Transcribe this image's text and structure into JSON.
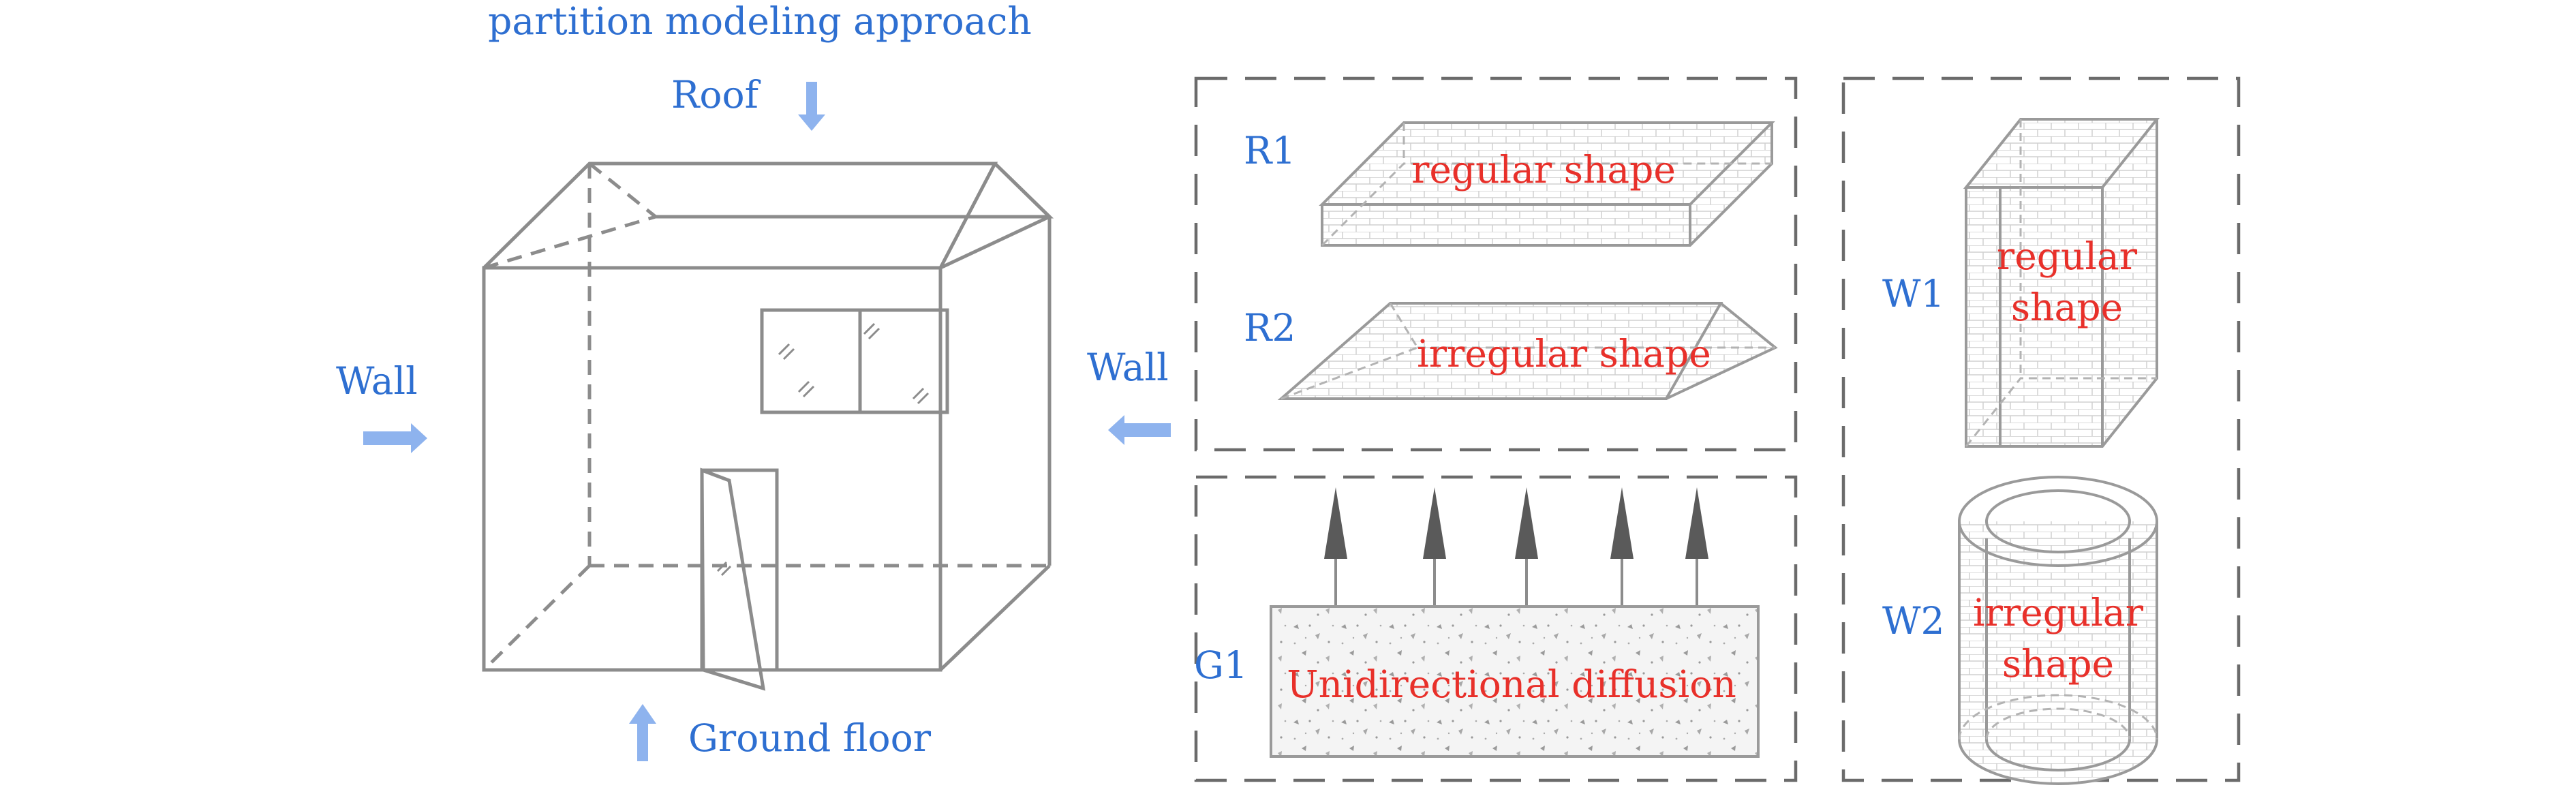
{
  "house": {
    "title": "partition modeling approach",
    "roof_label": "Roof",
    "wall_label": "Wall",
    "ground_label": "Ground floor"
  },
  "connector": {
    "wall_label": "Wall"
  },
  "roof_parts": [
    {
      "id": "R1",
      "caption": "regular shape"
    },
    {
      "id": "R2",
      "caption": "irregular shape"
    }
  ],
  "ground_part": {
    "id": "G1",
    "caption": "Unidirectional diffusion"
  },
  "wall_parts": [
    {
      "id": "W1",
      "caption_lines": [
        "regular",
        "shape"
      ]
    },
    {
      "id": "W2",
      "caption_lines": [
        "irregular",
        "shape"
      ]
    }
  ],
  "colors": {
    "label_blue": "#2e6fd1",
    "caption_red": "#e8302a",
    "arrow_blue": "#8eb3ee",
    "line_gray": "#8c8c8c"
  }
}
